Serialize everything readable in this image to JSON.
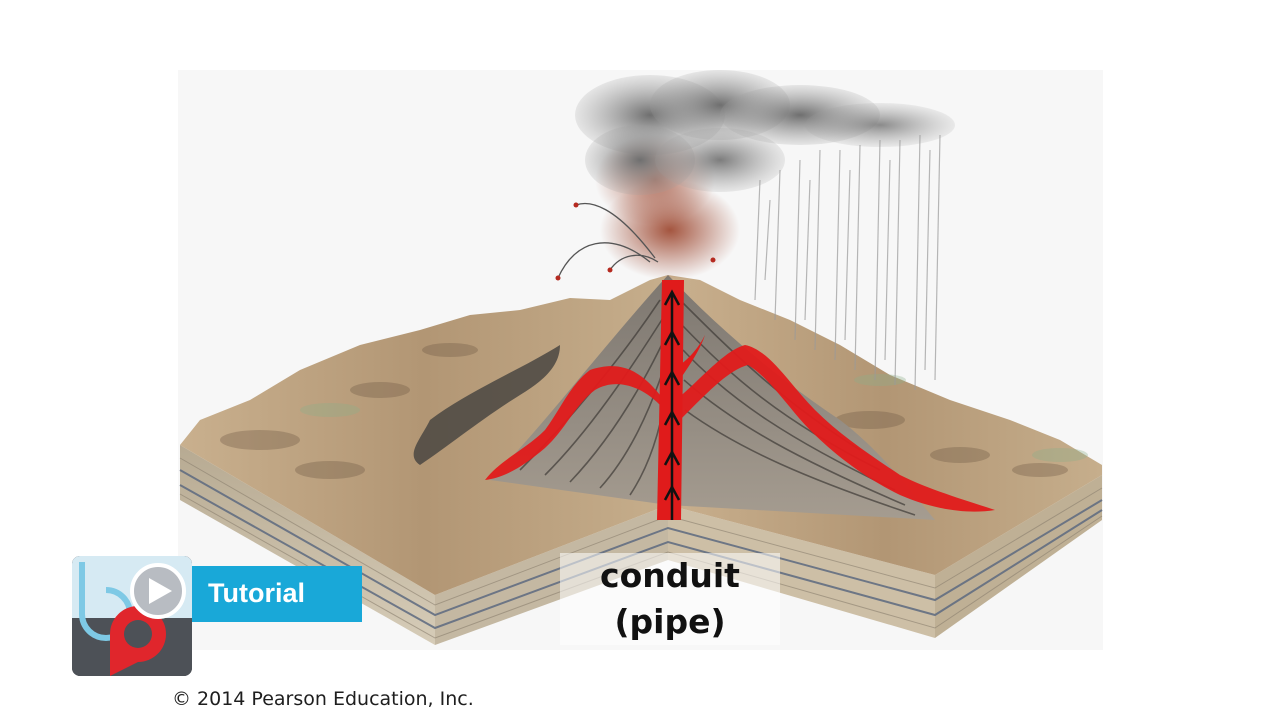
{
  "diagram": {
    "label_line1": "conduit",
    "label_line2": "(pipe)"
  },
  "footer": {
    "copyright": "© 2014 Pearson Education, Inc."
  },
  "badge": {
    "tab_label": "Tutorial",
    "icon": "play-icon"
  },
  "colors": {
    "lava": "#e01b1b",
    "accent_blue": "#19a8d8",
    "badge_gray": "#4d5157",
    "badge_red": "#e0262c"
  }
}
